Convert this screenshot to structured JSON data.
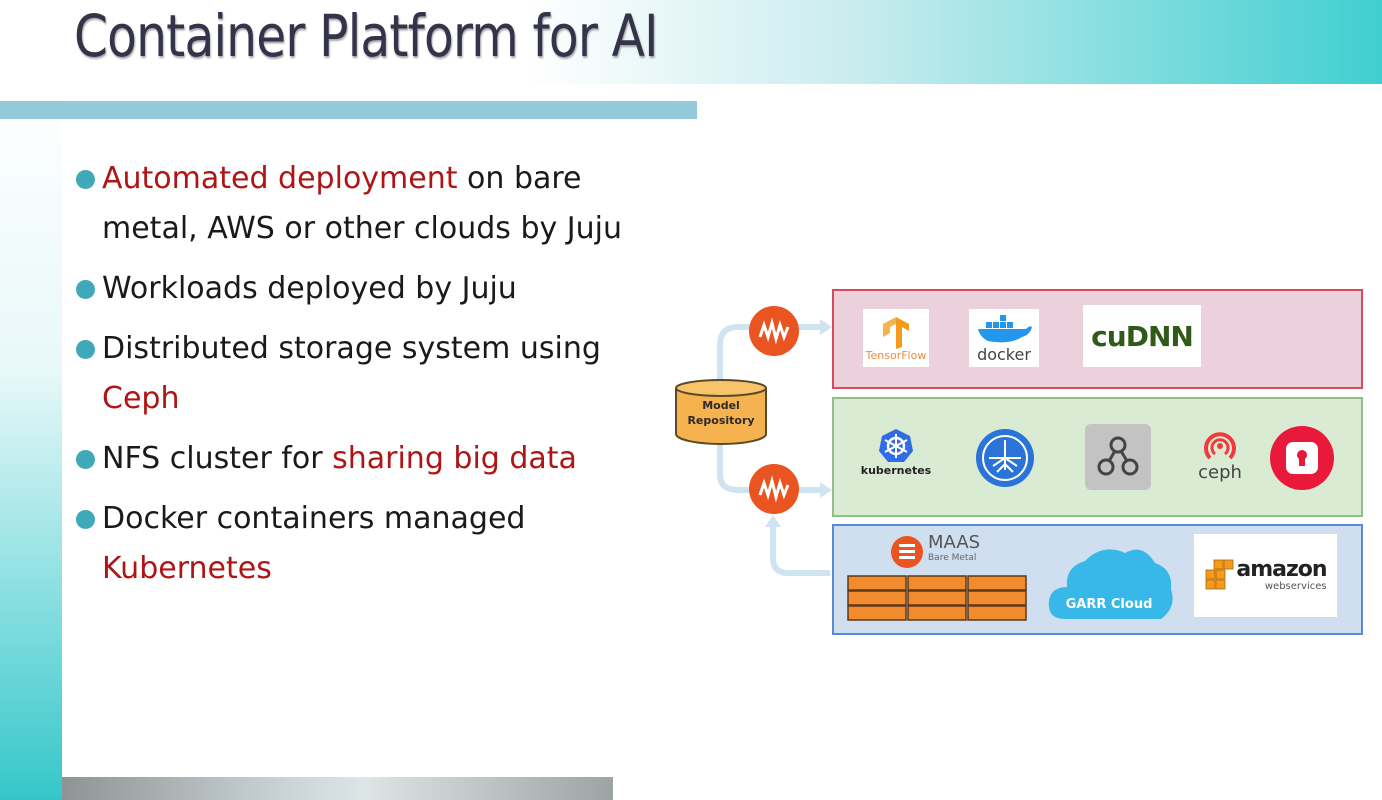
{
  "slide": {
    "title": "Container Platform for AI",
    "bullets": [
      {
        "highlight": "Automated deployment",
        "text": " on bare metal, AWS or other clouds by Juju"
      },
      {
        "text": "Workloads deployed by Juju"
      },
      {
        "text": "Distributed storage system using ",
        "highlight": "Ceph"
      },
      {
        "text": "NFS cluster for ",
        "highlight": "sharing big data"
      },
      {
        "text": "Docker containers managed ",
        "highlight": "Kubernetes"
      }
    ]
  },
  "diagram": {
    "repository": {
      "line1": "Model",
      "line2": "Repository"
    },
    "top_layer": {
      "tensorflow": "TensorFlow",
      "docker": "docker",
      "cudnn": "cuDNN"
    },
    "middle_layer": {
      "kubernetes": "kubernetes",
      "ceph": "ceph"
    },
    "bottom_layer": {
      "maas": "MAAS",
      "maas_sub": "Bare Metal",
      "garr": "GARR Cloud",
      "amazon": "amazon",
      "aws_sub": "webservices"
    }
  },
  "colors": {
    "highlight": "#b01515",
    "bullet": "#40a9b9",
    "title": "#33334a",
    "juju_orange": "#e95420"
  }
}
